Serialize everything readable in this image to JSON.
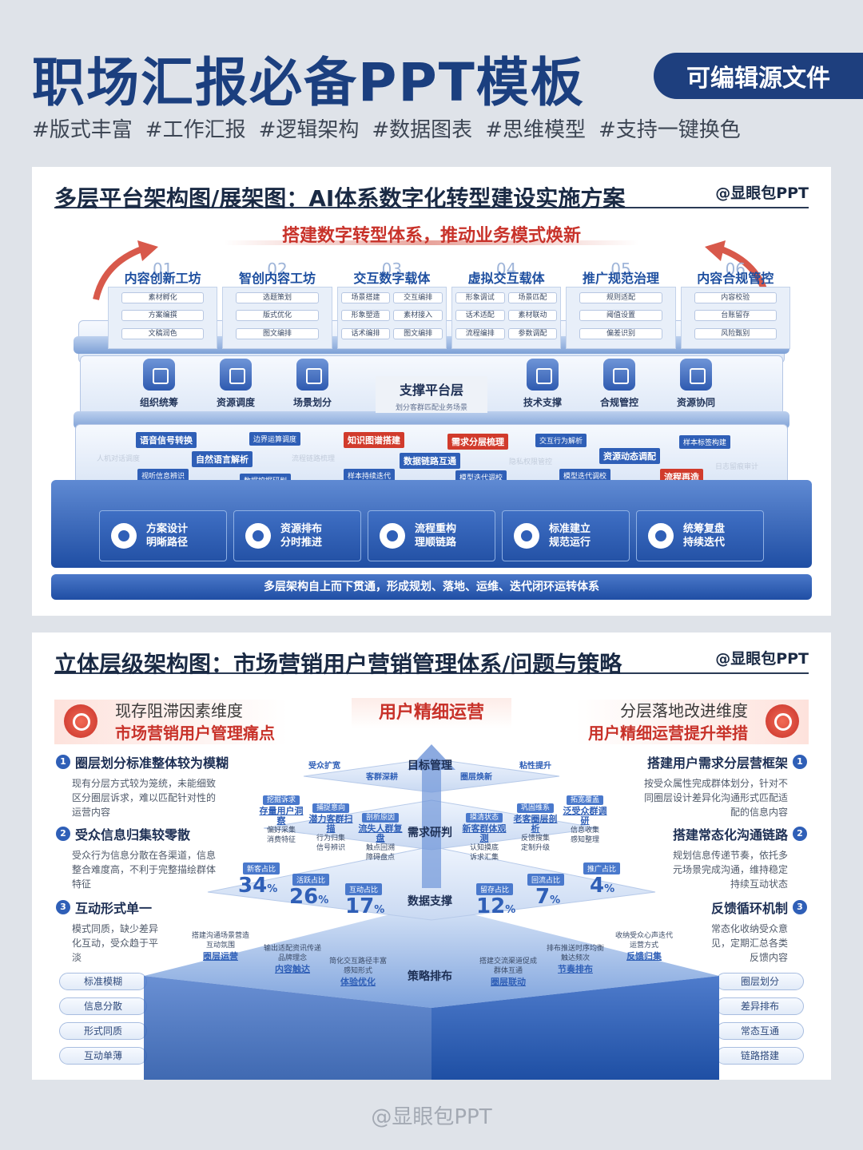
{
  "header": {
    "title": "职场汇报必备PPT模板",
    "badge": "可编辑源文件",
    "tags": [
      "#版式丰富",
      "#工作汇报",
      "#逻辑架构",
      "#数据图表",
      "#思维模型",
      "#支持一键换色"
    ]
  },
  "panel1": {
    "title": "多层平台架构图/展架图：AI体系数字化转型建设实施方案",
    "watermark": "@显眼包PPT",
    "banner": "搭建数字转型体系，推动业务模式焕新",
    "modules": [
      {
        "num": "01",
        "label": "内容创新工坊",
        "chips": [
          "素材孵化",
          "方案编撰",
          "文稿润色"
        ]
      },
      {
        "num": "02",
        "label": "智创内容工坊",
        "chips": [
          "选题策划",
          "版式优化",
          "图文编排"
        ]
      },
      {
        "num": "03",
        "label": "交互数字载体",
        "chips": [
          "场景搭建",
          "交互编排",
          "形象塑造",
          "素材接入",
          "话术编排",
          "图文编排"
        ]
      },
      {
        "num": "04",
        "label": "虚拟交互载体",
        "chips": [
          "形象调试",
          "场景匹配",
          "话术适配",
          "素材联动",
          "流程编排",
          "参数调配"
        ]
      },
      {
        "num": "05",
        "label": "推广规范治理",
        "chips": [
          "规则适配",
          "阈值设置",
          "偏差识别"
        ]
      },
      {
        "num": "06",
        "label": "内容合规管控",
        "chips": [
          "内容校验",
          "台账留存",
          "风险甄别"
        ]
      }
    ],
    "support": {
      "items": [
        "组织统筹",
        "资源调度",
        "场景划分",
        "技术支撑",
        "合规管控",
        "资源协同"
      ],
      "title": "支撑平台层",
      "subtitle": "划分客群匹配业务场景"
    },
    "labels": [
      "语音信号转换",
      "边界运算调度",
      "知识图谱搭建",
      "需求分层梳理",
      "交互行为解析",
      "样本标签构建",
      "人机对话调度",
      "自然语言解析",
      "流程链路梳理",
      "数据链路互通",
      "隐私权限管控",
      "资源动态调配",
      "日志留痕审计",
      "视听信息辨识",
      "数据挖掘研判",
      "样本持续迭代",
      "模型迭代调校",
      "模型迭代调校",
      "流程再造"
    ],
    "base": [
      {
        "l1": "方案设计",
        "l2": "明晰路径"
      },
      {
        "l1": "资源排布",
        "l2": "分时推进"
      },
      {
        "l1": "流程重构",
        "l2": "理顺链路"
      },
      {
        "l1": "标准建立",
        "l2": "规范运行"
      },
      {
        "l1": "统筹复盘",
        "l2": "持续迭代"
      }
    ],
    "footer": "多层架构自上而下贯通，形成规划、落地、运维、迭代闭环运转体系"
  },
  "panel2": {
    "title": "立体层级架构图：市场营销用户营销管理体系/问题与策略",
    "watermark": "@显眼包PPT",
    "left_t1": "现存阻滞因素维度",
    "left_t2": "市场营销用户管理痛点",
    "center": "用户精细运营",
    "right_t1": "分层落地改进维度",
    "right_t2": "用户精细运营提升举措",
    "issues": [
      {
        "n": "1",
        "h": "圈层划分标准整体较为模糊",
        "d": "现有分层方式较为笼统，未能细致区分圈层诉求，难以匹配针对性的运营内容"
      },
      {
        "n": "2",
        "h": "受众信息归集较零散",
        "d": "受众行为信息分散在各渠道，信息整合难度高，不利于完整描绘群体特征"
      },
      {
        "n": "3",
        "h": "互动形式单一",
        "d": "模式同质，缺少差异化互动，受众趋于平淡"
      }
    ],
    "solutions": [
      {
        "n": "1",
        "h": "搭建用户需求分层营框架",
        "d": "按受众属性完成群体划分，针对不同圈层设计差异化沟通形式匹配适配的信息内容"
      },
      {
        "n": "2",
        "h": "搭建常态化沟通链路",
        "d": "规划信息传递节奏，依托多元场景完成沟通，维持稳定持续互动状态"
      },
      {
        "n": "3",
        "h": "反馈循环机制",
        "d": "常态化收纳受众意见，定期汇总各类反馈内容"
      }
    ],
    "left_pills": [
      "标准模糊",
      "信息分散",
      "形式同质",
      "互动单薄"
    ],
    "right_pills": [
      "圈层划分",
      "差异排布",
      "常态互通",
      "链路搭建"
    ],
    "pyramid": {
      "top": "目标管理",
      "top_tags": [
        "受众扩宽",
        "粘性提升",
        "客群深耕",
        "圈层焕新"
      ],
      "mid": "需求研判",
      "mid_tags": [
        {
          "tag": "挖掘诉求",
          "title": "存量用户洞察",
          "items": [
            "偏好采集",
            "消费特征"
          ]
        },
        {
          "tag": "捕捉意向",
          "title": "潜力客群扫描",
          "items": [
            "行为归集",
            "信号辨识"
          ]
        },
        {
          "tag": "剖析原因",
          "title": "流失人群复盘",
          "items": [
            "触点回溯",
            "障碍盘点"
          ]
        },
        {
          "tag": "摸清状态",
          "title": "新客群体观测",
          "items": [
            "认知摸底",
            "诉求汇集"
          ]
        },
        {
          "tag": "巩固维系",
          "title": "老客圈层剖析",
          "items": [
            "反馈搜集",
            "定制升级"
          ]
        },
        {
          "tag": "拓宽覆盖",
          "title": "泛受众群调研",
          "items": [
            "信息收集",
            "感知整理"
          ]
        }
      ],
      "data": "数据支撑",
      "stats": [
        {
          "label": "新客占比",
          "value": "34",
          "unit": "%"
        },
        {
          "label": "活跃占比",
          "value": "26",
          "unit": "%"
        },
        {
          "label": "互动占比",
          "value": "17",
          "unit": "%"
        },
        {
          "label": "留存占比",
          "value": "12",
          "unit": "%"
        },
        {
          "label": "回流占比",
          "value": "7",
          "unit": "%"
        },
        {
          "label": "推广占比",
          "value": "4",
          "unit": "%"
        }
      ],
      "base": "策略排布",
      "base_items": [
        {
          "d": "搭建沟通场景营造互动氛围",
          "t": "圈层运营"
        },
        {
          "d": "输出适配资讯传递品牌理念",
          "t": "内容触达"
        },
        {
          "d": "简化交互路径丰富感知形式",
          "t": "体验优化"
        },
        {
          "d": "搭建交流渠道促成群体互通",
          "t": "圈层联动"
        },
        {
          "d": "排布推送时序均衡触达频次",
          "t": "节奏排布"
        },
        {
          "d": "收纳受众心声迭代运营方式",
          "t": "反馈归集"
        }
      ]
    }
  },
  "footer": "@显眼包PPT",
  "colors": {
    "primary": "#1b3f7f",
    "accent": "#c8322a",
    "blue": "#2f5fb7"
  }
}
